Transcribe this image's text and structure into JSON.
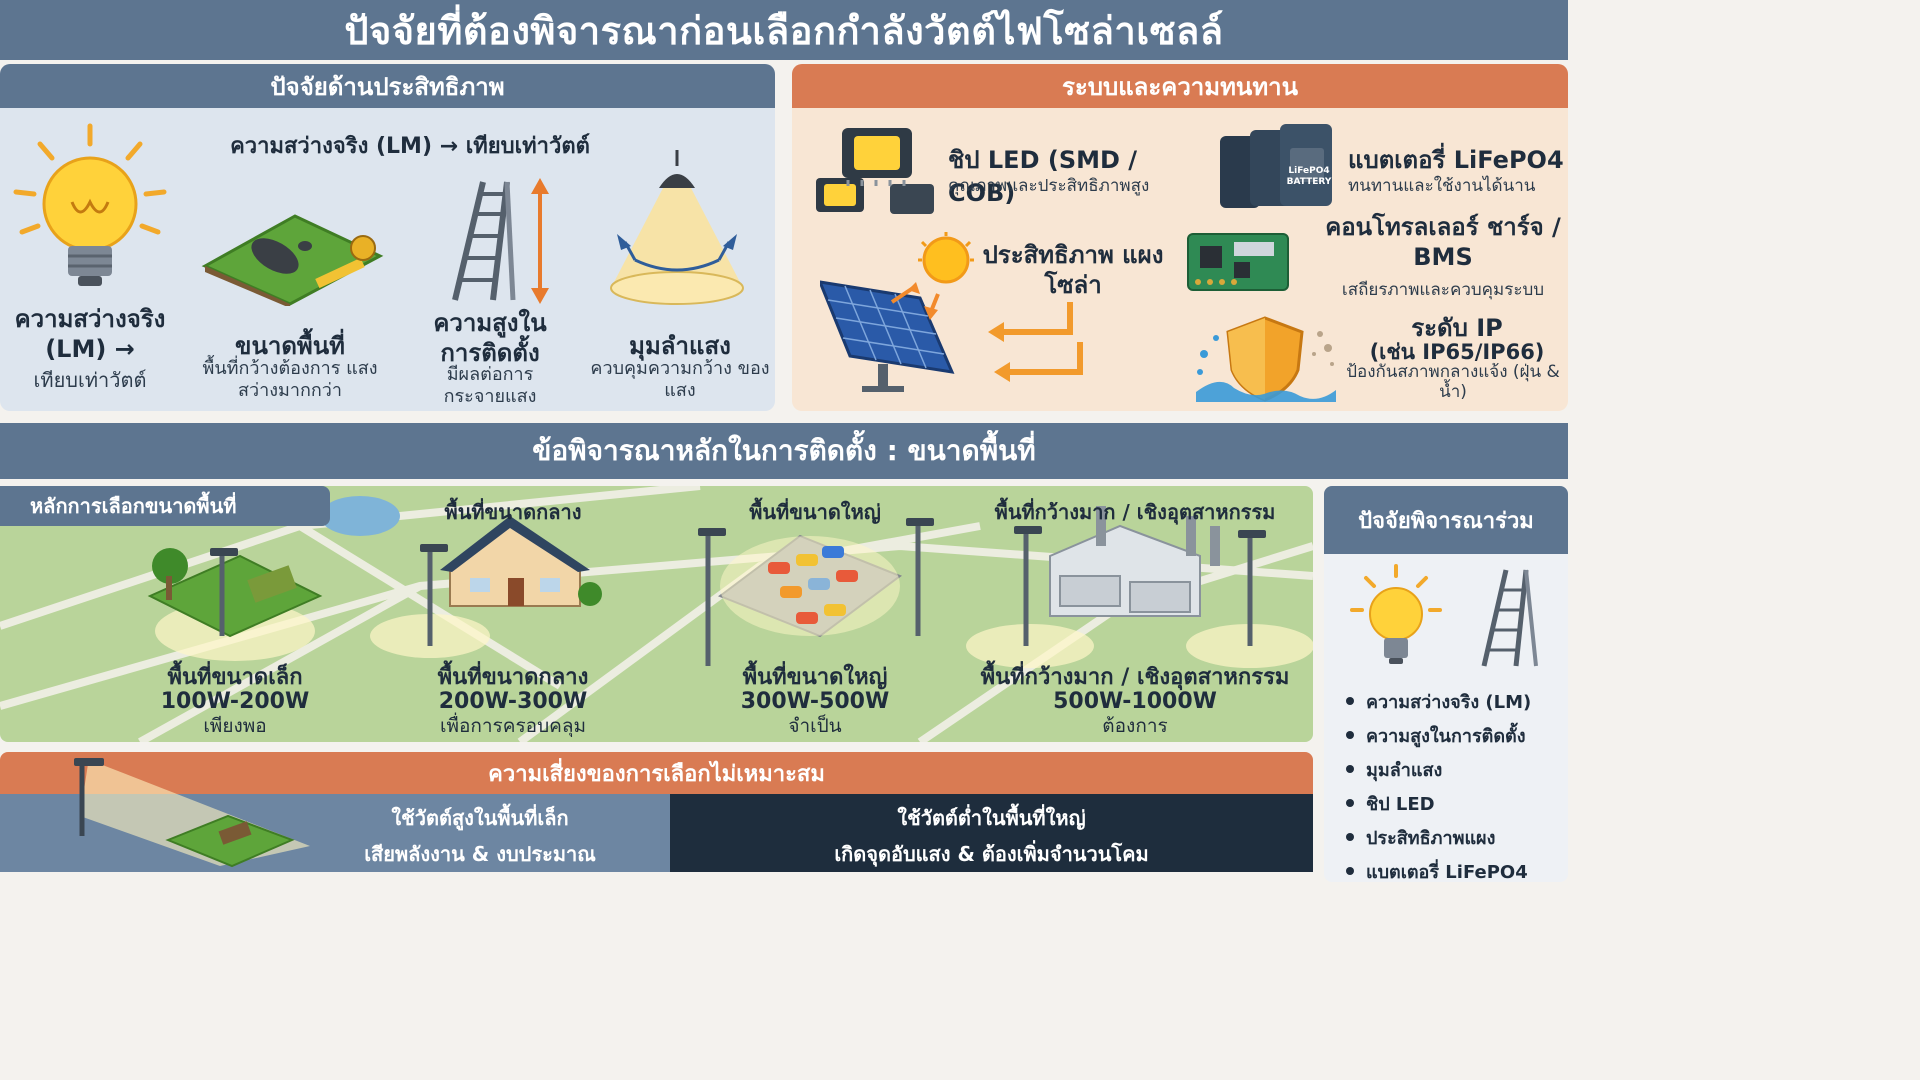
{
  "title": "ปัจจัยที่ต้องพิจารณาก่อนเลือกกำลังวัตต์ไฟโซล่าเซลล์",
  "efficiency": {
    "header": "ปัจจัยด้านประสิทธิภาพ",
    "subtitle": "ความสว่างจริง (LM) → เทียบเท่าวัตต์",
    "items": [
      {
        "title": "ความสว่างจริง (LM) →",
        "desc": "เทียบเท่าวัตต์"
      },
      {
        "title": "ขนาดพื้นที่",
        "desc": "พื้นที่กว้างต้องการ แสงสว่างมากกว่า"
      },
      {
        "title": "ความสูงในการติดตั้ง",
        "desc": "มีผลต่อการ กระจายแสง"
      },
      {
        "title": "มุมลำแสง",
        "desc": "ควบคุมความกว้าง ของแสง"
      }
    ]
  },
  "system": {
    "header": "ระบบและความทนทาน",
    "led": {
      "title": "ชิป LED (SMD / COB)",
      "desc": "คุณภาพและประสิทธิภาพสูง"
    },
    "battery": {
      "title": "แบตเตอรี่ LiFePO4",
      "desc": "ทนทานและใช้งานได้นาน",
      "label": "LiFePO4 BATTERY"
    },
    "solar": {
      "title": "ประสิทธิภาพ แผงโซล่า"
    },
    "controller": {
      "title": "คอนโทรลเลอร์ ชาร์จ / BMS",
      "desc": "เสถียรภาพและควบคุมระบบ"
    },
    "ip": {
      "title": "ระดับ IP",
      "sub": "(เช่น IP65/IP66)",
      "desc": "ป้องกันสภาพกลางแจ้ง (ฝุ่น & น้ำ)"
    }
  },
  "installation": {
    "header": "ข้อพิจารณาหลักในการติดตั้ง : ขนาดพื้นที่",
    "tag": "หลักการเลือกขนาดพื้นที่",
    "zones": [
      {
        "top": "",
        "name": "พื้นที่ขนาดเล็ก",
        "watt": "100W-200W",
        "note": "เพียงพอ"
      },
      {
        "top": "พื้นที่ขนาดกลาง",
        "name": "พื้นที่ขนาดกลาง",
        "watt": "200W-300W",
        "note": "เพื่อการครอบคลุม"
      },
      {
        "top": "พื้นที่ขนาดใหญ่",
        "name": "พื้นที่ขนาดใหญ่",
        "watt": "300W-500W",
        "note": "จำเป็น"
      },
      {
        "top": "พื้นที่กว้างมาก / เชิงอุตสาหกรรม",
        "name": "พื้นที่กว้างมาก / เชิงอุตสาหกรรม",
        "watt": "500W-1000W",
        "note": "ต้องการ"
      }
    ]
  },
  "joint": {
    "header": "ปัจจัยพิจารณาร่วม",
    "items": [
      "ความสว่างจริง (LM)",
      "ความสูงในการติดตั้ง",
      "มุมลำแสง",
      "ชิป LED",
      "ประสิทธิภาพแผง",
      "แบตเตอรี่ LiFePO4"
    ]
  },
  "risk": {
    "header": "ความเสี่ยงของการเลือกไม่เหมาะสม",
    "left": {
      "line1": "ใช้วัตต์สูงในพื้นที่เล็ก",
      "line2": "เสียพลังงาน & งบประมาณ"
    },
    "right": {
      "line1": "ใช้วัตต์ต่ำในพื้นที่ใหญ่",
      "line2": "เกิดจุดอับแสง & ต้องเพิ่มจำนวนโคม"
    }
  },
  "colors": {
    "slate": "#5d7590",
    "orange": "#d97b53",
    "navy": "#1e2d3d",
    "cream": "#f8e6d4"
  }
}
